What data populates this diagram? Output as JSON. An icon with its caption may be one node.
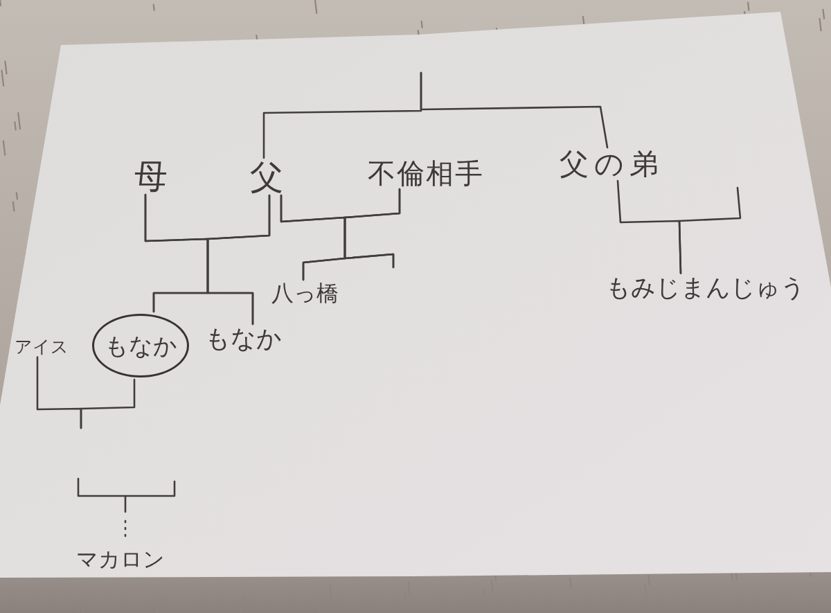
{
  "diagram": {
    "nodes": [
      {
        "text": [
          "母"
        ]
      },
      {
        "text": [
          "父"
        ]
      },
      {
        "text": [
          "不倫相手"
        ]
      },
      {
        "text": [
          "父の弟"
        ]
      },
      {
        "text": [
          "八っ橋"
        ]
      },
      {
        "text": [
          "もみじまんじゅう"
        ]
      },
      {
        "text": [
          "アイス"
        ]
      },
      {
        "text": [
          "もなか"
        ]
      },
      {
        "text": [
          "もなか"
        ]
      },
      {
        "text": [
          "マカロン"
        ]
      }
    ],
    "edges": [
      {
        "from": null,
        "to": 1,
        "arrow": "none"
      },
      {
        "from": null,
        "to": 3,
        "arrow": "none"
      },
      {
        "from": 0,
        "to": 7,
        "arrow": "none"
      },
      {
        "from": 0,
        "to": 8,
        "arrow": "none"
      },
      {
        "from": 1,
        "to": 7,
        "arrow": "none"
      },
      {
        "from": 1,
        "to": 8,
        "arrow": "none"
      },
      {
        "from": 1,
        "to": 4,
        "arrow": "none"
      },
      {
        "from": 2,
        "to": 4,
        "arrow": "none"
      },
      {
        "from": 1,
        "to": null,
        "arrow": "none"
      },
      {
        "from": 2,
        "to": null,
        "arrow": "none"
      },
      {
        "from": 3,
        "to": 5,
        "arrow": "none"
      },
      {
        "from": null,
        "to": 5,
        "arrow": "none"
      },
      {
        "from": 6,
        "to": null,
        "arrow": "none"
      },
      {
        "from": 7,
        "to": null,
        "arrow": "none"
      },
      {
        "from": null,
        "to": 9,
        "arrow": "none",
        "style": "dashed"
      }
    ]
  }
}
